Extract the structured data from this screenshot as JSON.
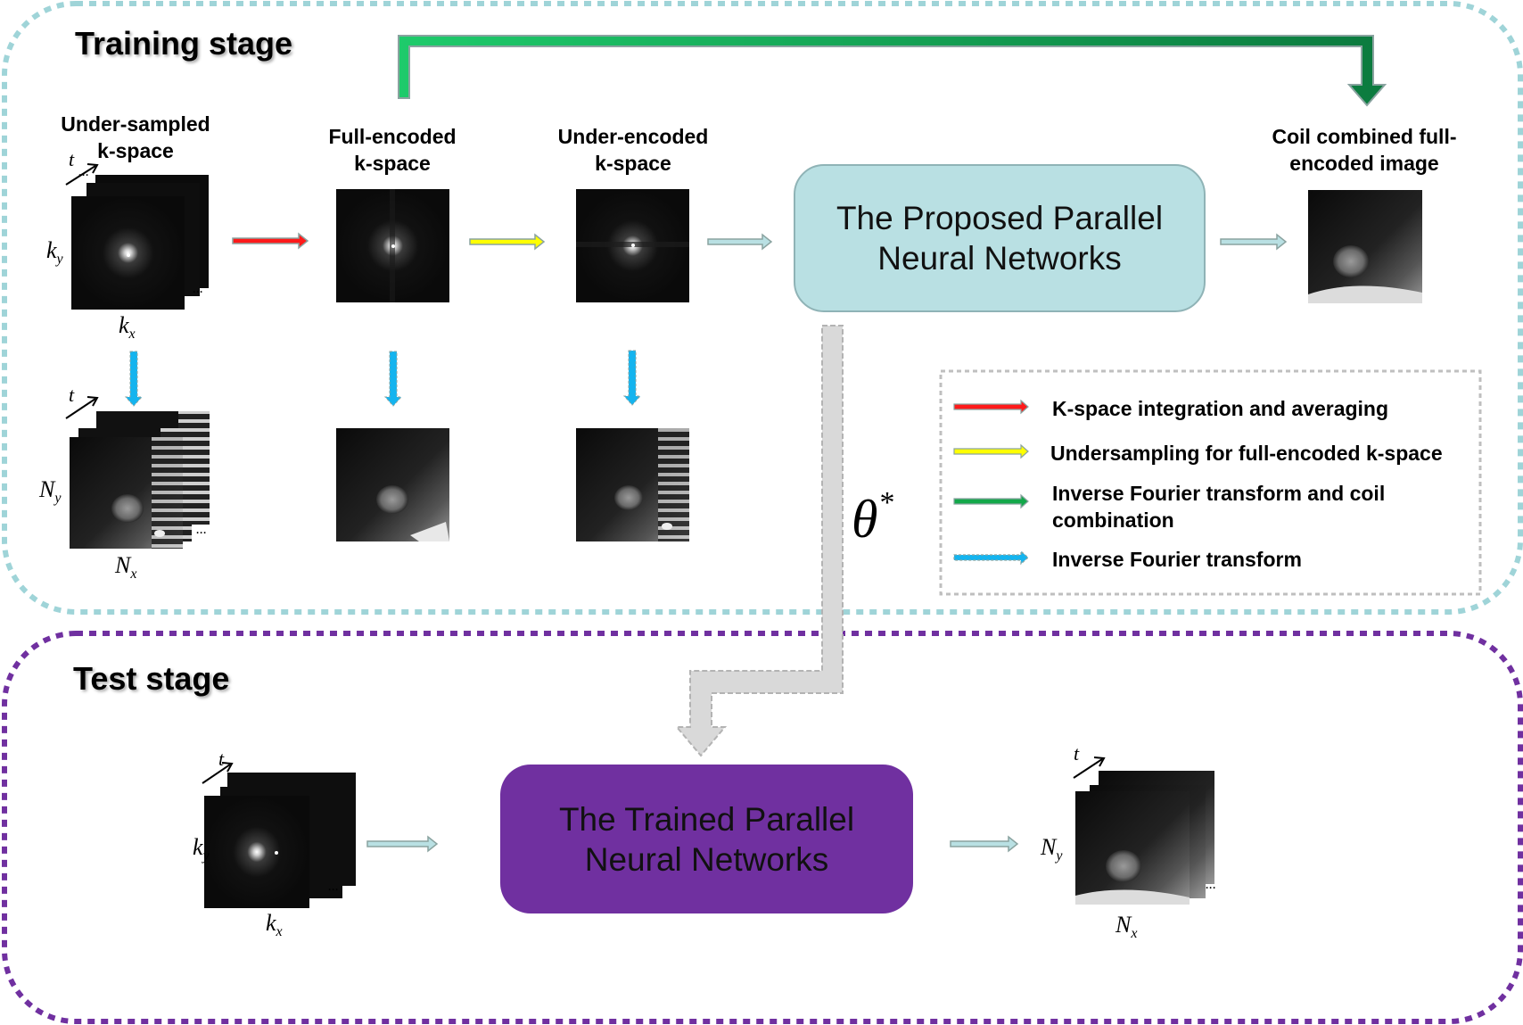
{
  "training_stage": {
    "title": "Training stage",
    "captions": {
      "under_sampled": [
        "Under-sampled",
        "k-space"
      ],
      "full_encoded": [
        "Full-encoded",
        "k-space"
      ],
      "under_encoded": [
        "Under-encoded",
        "k-space"
      ],
      "coil_combined": [
        "Coil combined full-",
        "encoded image"
      ]
    },
    "network_box": [
      "The Proposed Parallel",
      "Neural Networks"
    ],
    "axis_labels": {
      "ky": "k",
      "ky_sub": "y",
      "kx": "k",
      "kx_sub": "x",
      "t": "t",
      "Ny": "N",
      "Ny_sub": "y",
      "Nx": "N",
      "Nx_sub": "x",
      "ellipsis": "..."
    },
    "colors": {
      "border": "#9fd4d8",
      "network_fill": "#b9e0e3",
      "network_border": "#8fb3b6"
    }
  },
  "parameter_transfer": {
    "symbol": "θ",
    "superscript": "*"
  },
  "legend": {
    "items": [
      {
        "label": "K-space integration and averaging",
        "color": "#ff1a1a",
        "icon": "red-arrow-icon"
      },
      {
        "label": "Undersampling for full-encoded k-space",
        "color": "#ffff00",
        "icon": "yellow-arrow-icon"
      },
      {
        "label": "Inverse Fourier transform and coil",
        "label2": "combination",
        "color": "#13a84a",
        "icon": "green-arrow-icon"
      },
      {
        "label": "Inverse Fourier transform",
        "color": "#14b4ef",
        "icon": "blue-dashed-arrow-icon"
      }
    ]
  },
  "test_stage": {
    "title": "Test stage",
    "network_box": [
      "The Trained Parallel",
      "Neural Networks"
    ],
    "colors": {
      "border": "#7030a0",
      "network_fill": "#7030a0"
    }
  }
}
